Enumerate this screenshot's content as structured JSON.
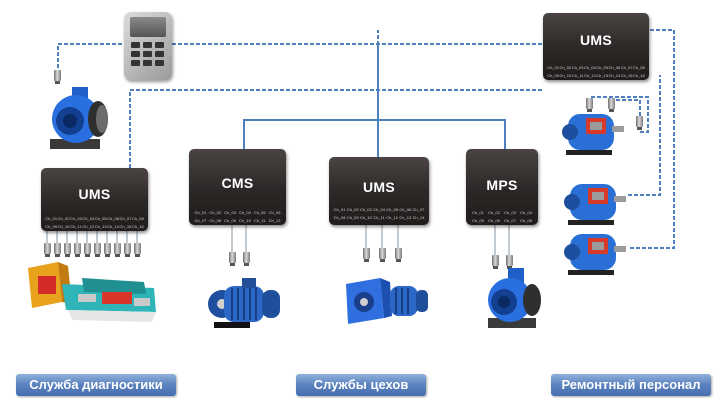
{
  "boxes": {
    "ums_top": {
      "title": "UMS",
      "channels": [
        "Ch_01",
        "Ch_02",
        "Ch_03",
        "Ch_04",
        "Ch_05",
        "Ch_06",
        "Ch_07",
        "Ch_08",
        "Ch_09",
        "Ch_10",
        "Ch_11",
        "Ch_12",
        "Ch_13",
        "Ch_14",
        "Ch_15",
        "Ch_16"
      ]
    },
    "ums_left": {
      "title": "UMS",
      "channels": [
        "Ch_01",
        "Ch_02",
        "Ch_03",
        "Ch_04",
        "Ch_05",
        "Ch_06",
        "Ch_07",
        "Ch_08",
        "Ch_09",
        "Ch_10",
        "Ch_11",
        "Ch_12",
        "Ch_13",
        "Ch_14",
        "Ch_15",
        "Ch_16"
      ]
    },
    "cms": {
      "title": "CMS",
      "channels": [
        "Ch_01",
        "Ch_02",
        "Ch_03",
        "Ch_04",
        "Ch_05",
        "Ch_06",
        "Ch_07",
        "Ch_08",
        "Ch_09",
        "Ch_10",
        "Ch_11",
        "Ch_12"
      ]
    },
    "ums_mid": {
      "title": "UMS",
      "channels": [
        "Ch_01",
        "Ch_02",
        "Ch_03",
        "Ch_04",
        "Ch_05",
        "Ch_06",
        "Ch_07",
        "Ch_08",
        "Ch_09",
        "Ch_10",
        "Ch_11",
        "Ch_12",
        "Ch_13",
        "Ch_14"
      ]
    },
    "mps": {
      "title": "MPS",
      "channels": [
        "Ch_01",
        "Ch_02",
        "Ch_03",
        "Ch_04",
        "Ch_05",
        "Ch_06",
        "Ch_07",
        "Ch_08"
      ]
    }
  },
  "labels": {
    "diagnostics": "Служба диагностики",
    "workshops": "Службы цехов",
    "repair": "Ремонтный персонал"
  },
  "colors": {
    "wire": "#4f7fbf",
    "box": "#2b2726",
    "label": "#5b82bf"
  },
  "icons": {
    "device": "handheld-terminal-icon",
    "fan": "centrifugal-fan-icon",
    "motor": "electric-motor-icon",
    "gear_motor": "gear-motor-icon",
    "machine_cutaway": "machine-cutaway-icon"
  }
}
